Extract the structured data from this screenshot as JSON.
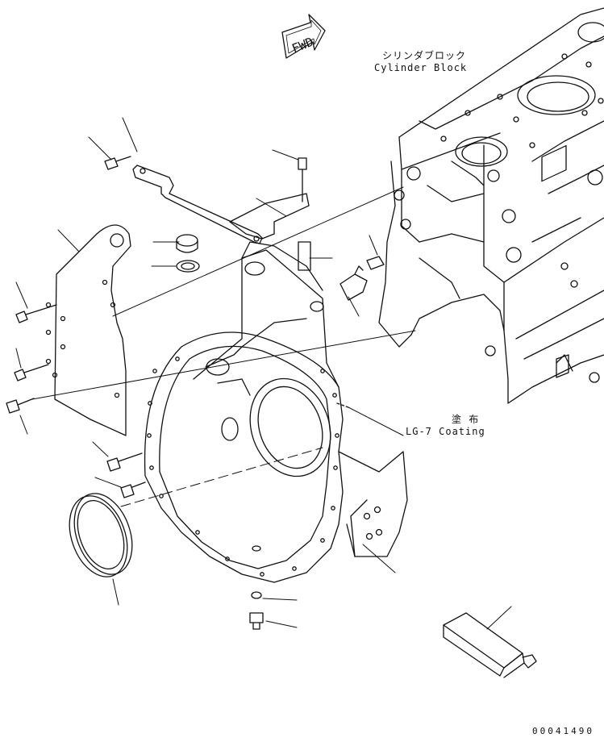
{
  "fwd_arrow": {
    "text": "FWD"
  },
  "cylinder_block": {
    "jp": "シリンダブロック",
    "en": "Cylinder Block"
  },
  "coating_note": {
    "jp": "塗 布",
    "en": "LG-7 Coating"
  },
  "drawing_number": "00041490",
  "colors": {
    "ink": "#111111",
    "paper": "#ffffff"
  }
}
